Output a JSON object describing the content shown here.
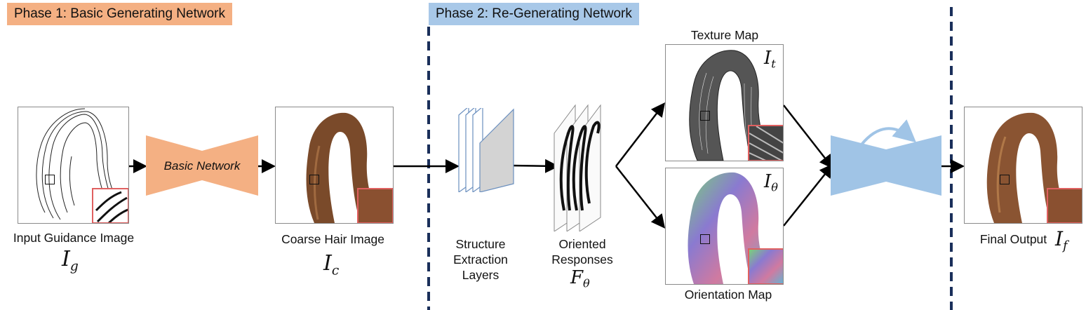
{
  "phases": {
    "phase1_label": "Phase 1: Basic Generating Network",
    "phase2_label": "Phase 2: Re-Generating Network"
  },
  "nodes": {
    "input": {
      "label": "Input Guidance Image",
      "symbol": "I",
      "sub": "g"
    },
    "basic_network": {
      "label": "Basic Network"
    },
    "coarse": {
      "label": "Coarse Hair Image",
      "symbol": "I",
      "sub": "c"
    },
    "structure": {
      "line1": "Structure",
      "line2": "Extraction",
      "line3": "Layers"
    },
    "oriented": {
      "line1": "Oriented",
      "line2": "Responses",
      "symbol": "F",
      "sub": "θ"
    },
    "texture": {
      "label": "Texture Map",
      "symbol": "I",
      "sub": "t"
    },
    "orientation": {
      "label": "Orientation Map",
      "symbol": "I",
      "sub": "θ"
    },
    "final": {
      "label": "Final Output",
      "symbol": "I",
      "sub": "f"
    }
  },
  "colors": {
    "phase1": "#f4b083",
    "phase2": "#a8c8e8",
    "basic_network": "#f4b083",
    "regen_network": "#a0c4e6",
    "divider": "#1a2f5a",
    "inset_border": "#e06060"
  }
}
